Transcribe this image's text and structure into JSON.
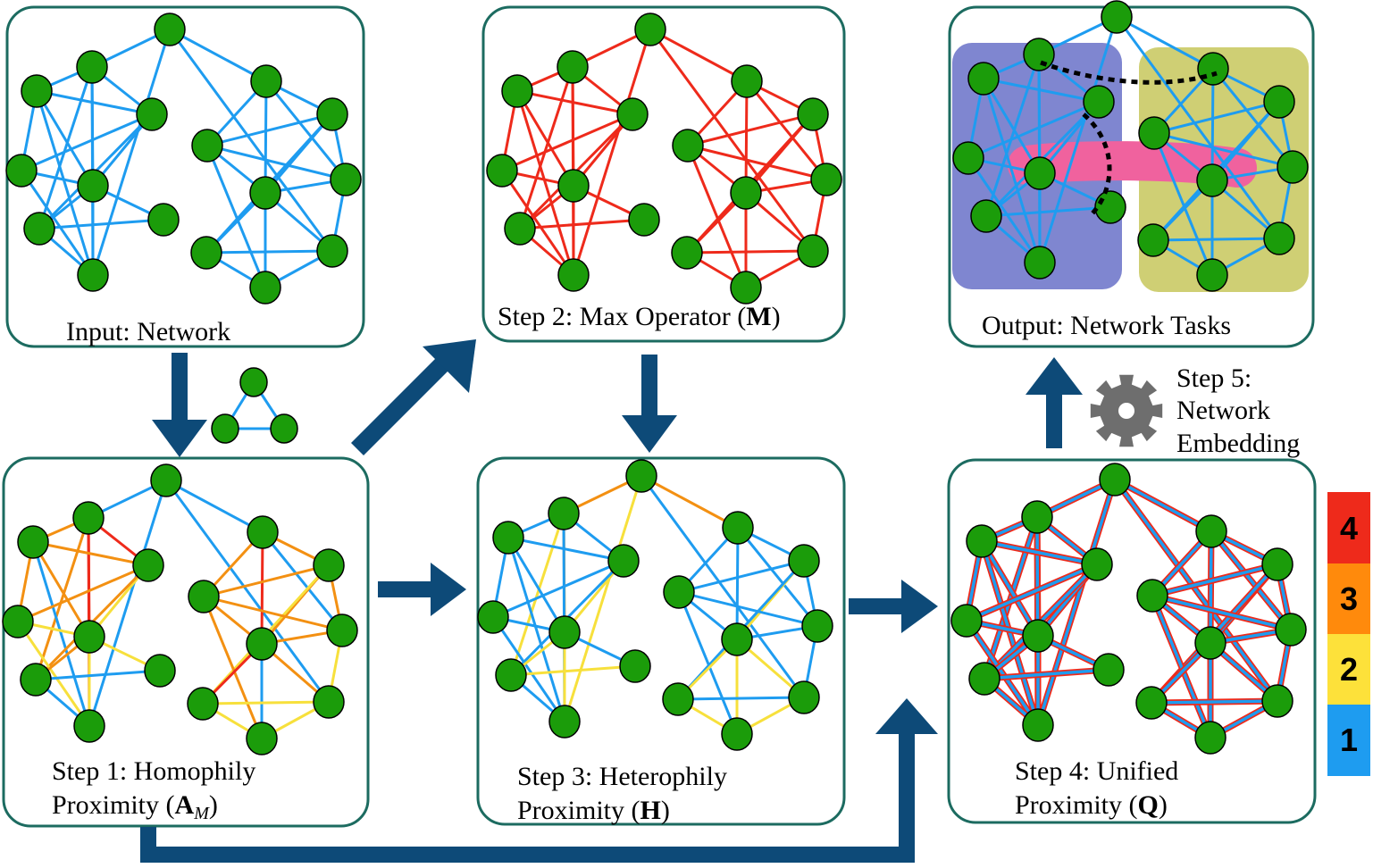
{
  "panels": {
    "input": {
      "title": "Input: Network"
    },
    "step2": {
      "prefix": "Step 2: Max Operator (",
      "symbol": "M",
      "suffix": ")"
    },
    "output": {
      "title": "Output: Network Tasks"
    },
    "step1": {
      "line1": "Step 1: Homophily",
      "line2_prefix": "Proximity (",
      "symbol": "A",
      "subscript": "M",
      "suffix": ")"
    },
    "step3": {
      "line1": "Step 3: Heterophily",
      "line2_prefix": "Proximity (",
      "symbol": "H",
      "suffix": ")"
    },
    "step4": {
      "line1": "Step 4: Unified",
      "line2_prefix": "Proximity (",
      "symbol": "Q",
      "suffix": ")"
    }
  },
  "step5": {
    "line1": "Step 5:",
    "line2": "Network",
    "line3": "Embedding"
  },
  "legend": {
    "items": [
      {
        "label": "4",
        "color": "#ee2a1b"
      },
      {
        "label": "3",
        "color": "#ff8a0c"
      },
      {
        "label": "2",
        "color": "#fde13a"
      },
      {
        "label": "1",
        "color": "#1e9cf0"
      }
    ]
  },
  "colors": {
    "panel_border": "#1c6b60",
    "node_fill": "#1b9c0a",
    "arrow": "#0d4a78",
    "blue": "#1e9cf0",
    "red": "#ee2a1b",
    "orange": "#f39012",
    "yellow": "#f7e03c",
    "community_left": "#7f86d0",
    "community_right": "#cfcf74",
    "highlight_path": "#f0629e",
    "gear": "#6e6e6e"
  }
}
